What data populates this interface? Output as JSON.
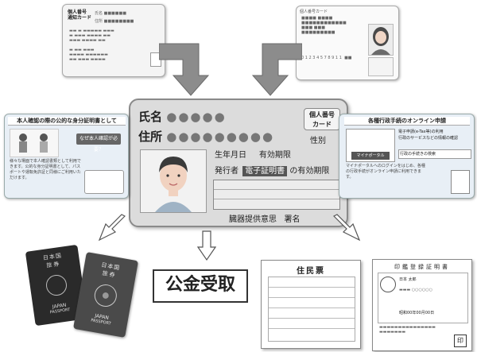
{
  "top_left_card": {
    "heading_line1": "個人番号",
    "heading_line2": "通知カード",
    "name_field": "氏名",
    "address_field": "住所"
  },
  "top_right_card": {
    "heading": "個人番号カード"
  },
  "main_card": {
    "name_label": "氏名",
    "address_label": "住所",
    "badge_line1": "個人番号",
    "badge_line2": "カード",
    "gender_label": "性別",
    "birth_label": "生年月日",
    "validity_label": "有効期限",
    "issuer_label": "発行者",
    "ecert_label": "電子証明書",
    "ecert_validity_label": "の有効期限",
    "organ_donation_label": "臓器提供意思",
    "signature_label": "署名"
  },
  "left_panel": {
    "title": "本人確認の際の公的な身分証明書として",
    "button_text": "なぜ本人確認が必要？",
    "body_text": "様々な場面で本人確認書類として利用できます。公的な身分証明書として、パスポートや運転免許証と同様にご利用いただけます。"
  },
  "right_panel": {
    "title": "各種行政手続のオンライン申請",
    "portal_label": "マイナポータル",
    "bullet_1": "電子申請(e-Tax等)の利用",
    "bullet_2": "行政のサービスなどの情報の確認",
    "bullet_3": "行政の手続きの検索",
    "body_text": "マイナポータルへのログインをはじめ、各種の行政手続がオンライン申請に利用できます。"
  },
  "passport": {
    "country_jp": "日本国",
    "type_jp": "旅券",
    "country_en": "JAPAN",
    "type_en": "PASSPORT"
  },
  "public_fund": {
    "label": "公金受取"
  },
  "juminhyo": {
    "title": "住民票"
  },
  "seal_certificate": {
    "title": "印鑑登録証明書",
    "name_value": "日本 太郎",
    "birth_value": "昭和00年00月00日",
    "seal_char": "印"
  },
  "colors": {
    "card_bg": "#dcdcdc",
    "card_border": "#8a8a8a",
    "ecert_bg": "#555555",
    "panel_left_bg": "#e8eff6",
    "panel_right_bg": "#e8eff6",
    "arrow_fill": "#8c8c8c",
    "passport_dark": "#2a2a2a"
  }
}
